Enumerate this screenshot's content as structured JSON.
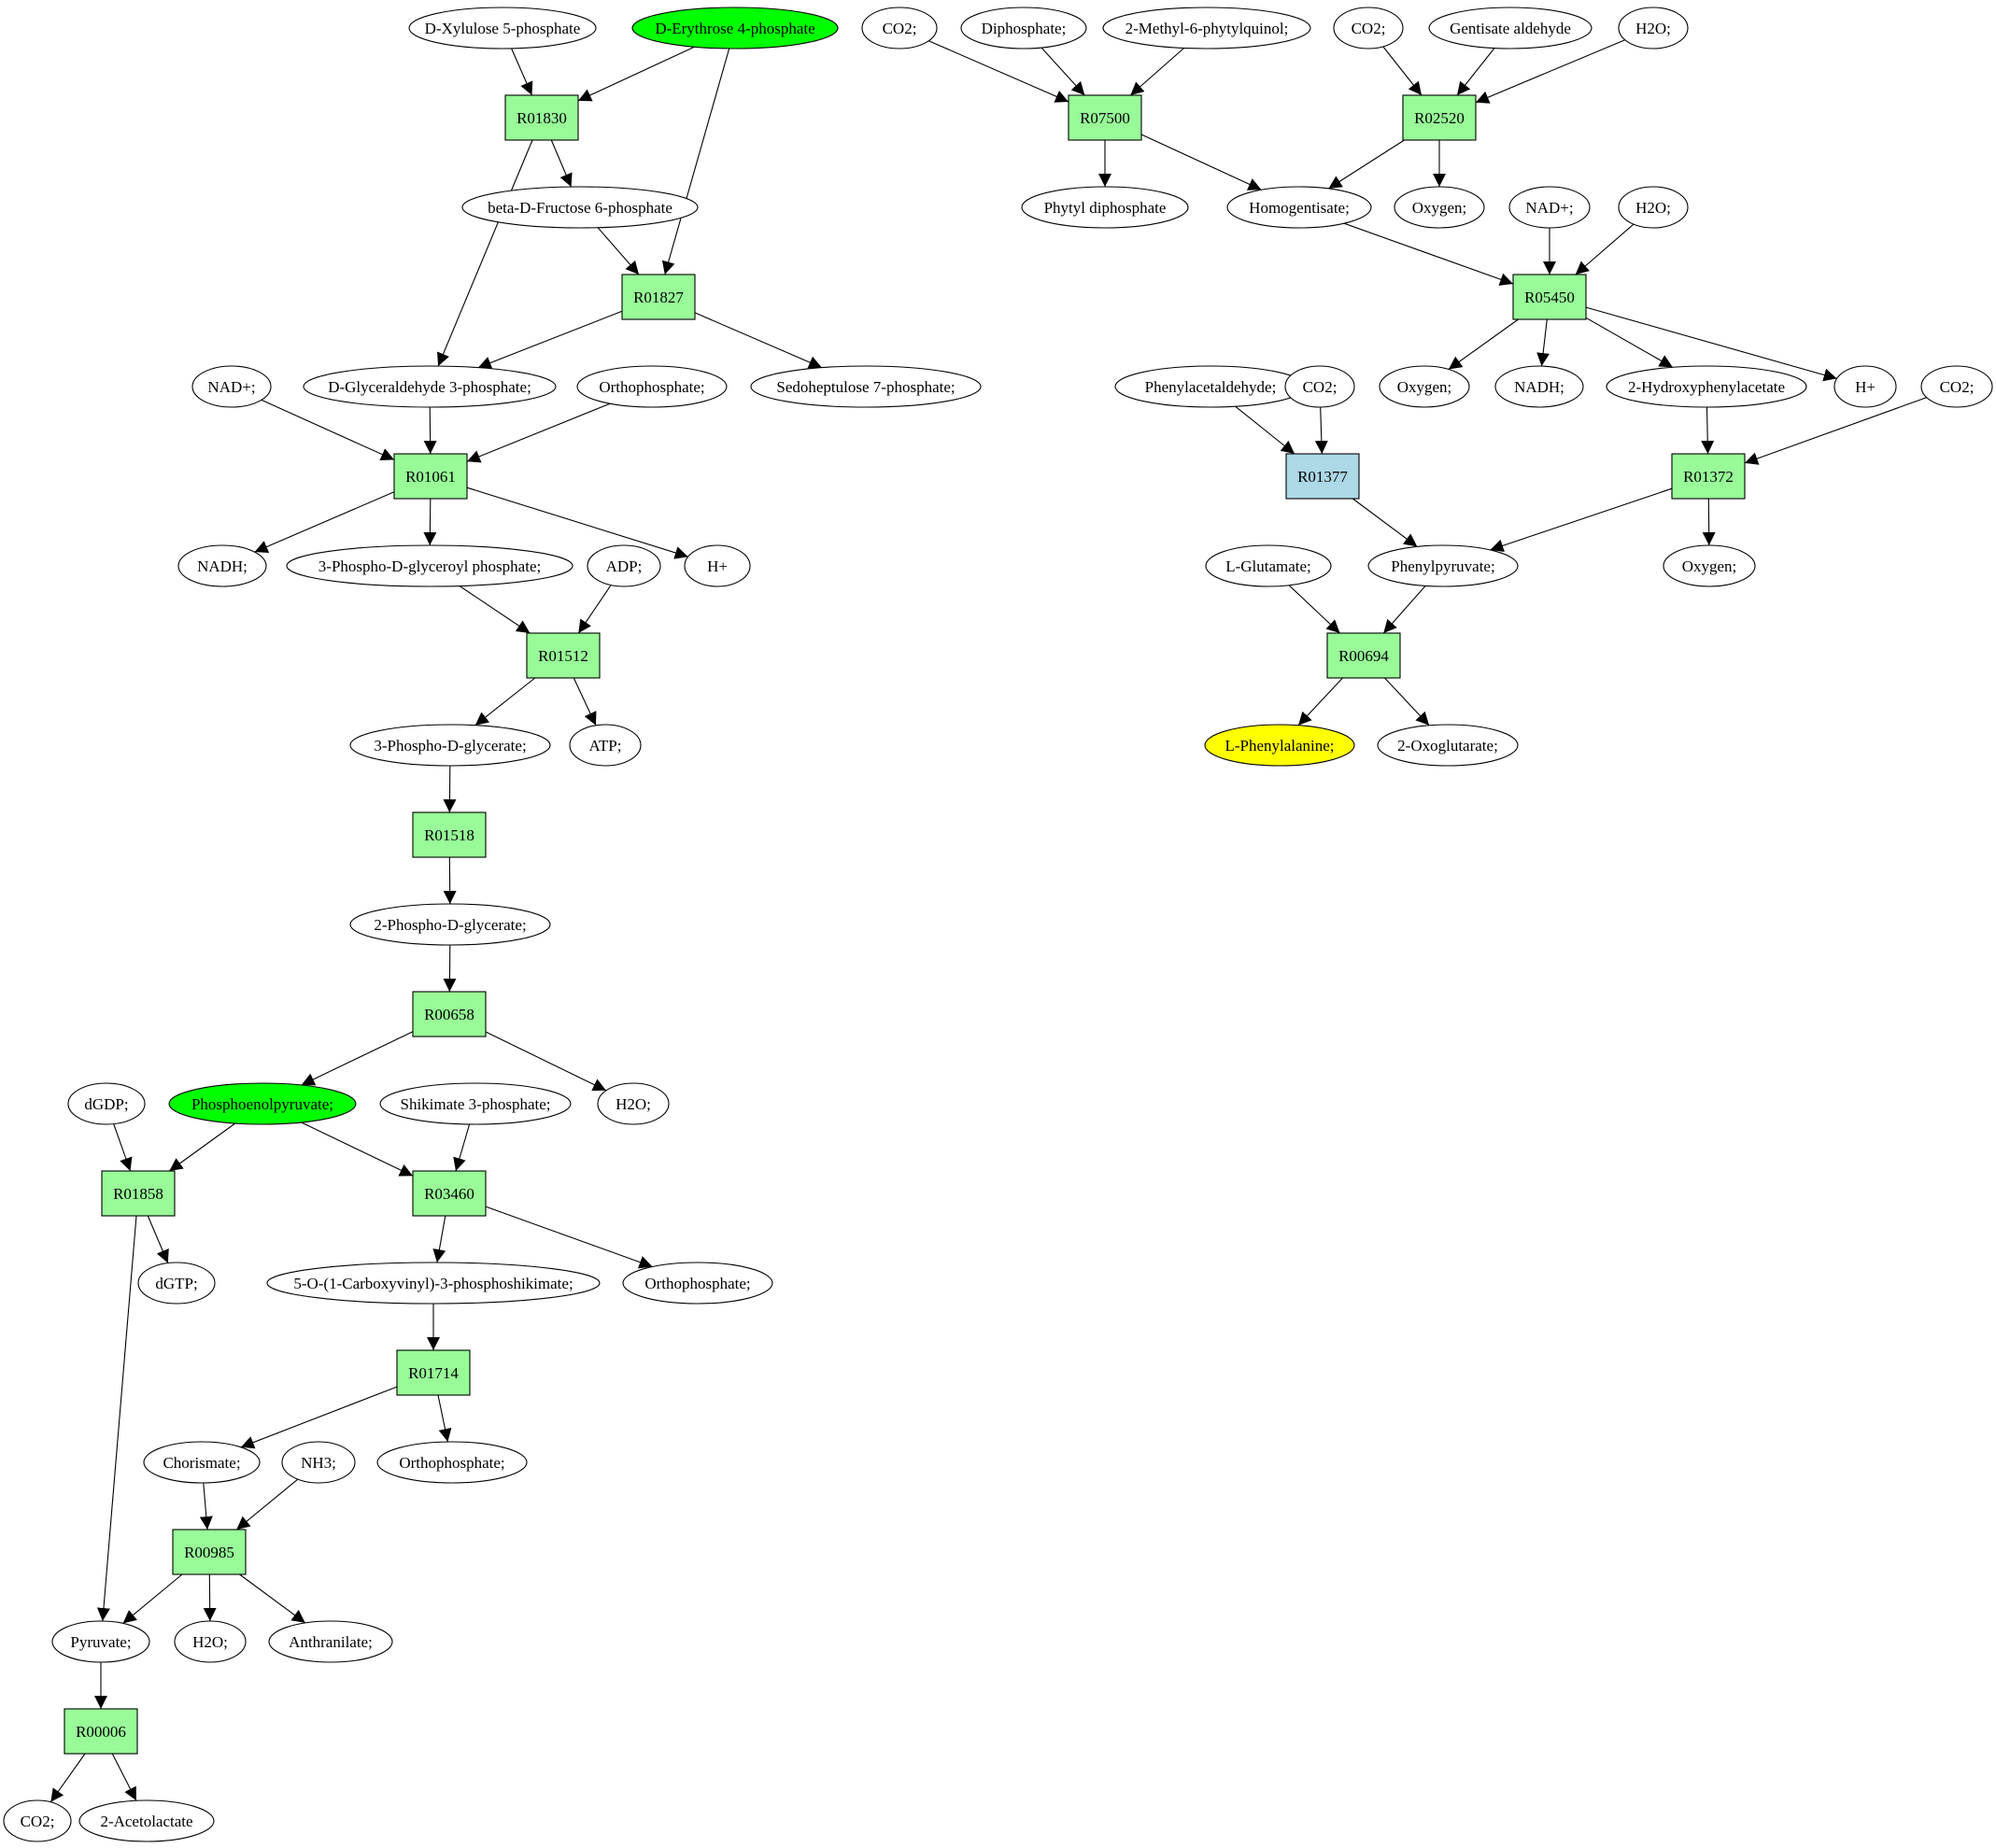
{
  "colors": {
    "reaction": "#98fb98",
    "reaction_special": "#add8e6",
    "metabolite": "#ffffff",
    "source": "#00ff00",
    "target": "#ffff00",
    "stroke": "#000000"
  },
  "nodes": {
    "xyl5p": {
      "label": "D-Xylulose 5-phosphate",
      "kind": "metabolite"
    },
    "e4p": {
      "label": "D-Erythrose 4-phosphate",
      "kind": "source"
    },
    "r01830": {
      "label": "R01830",
      "kind": "reaction"
    },
    "bf6p": {
      "label": "beta-D-Fructose 6-phosphate",
      "kind": "metabolite"
    },
    "r01827": {
      "label": "R01827",
      "kind": "reaction"
    },
    "nad_a": {
      "label": "NAD+;",
      "kind": "metabolite"
    },
    "g3p": {
      "label": "D-Glyceraldehyde 3-phosphate;",
      "kind": "metabolite"
    },
    "pi_a": {
      "label": "Orthophosphate;",
      "kind": "metabolite"
    },
    "s7p": {
      "label": "Sedoheptulose 7-phosphate;",
      "kind": "metabolite"
    },
    "r01061": {
      "label": "R01061",
      "kind": "reaction"
    },
    "nadh_a": {
      "label": "NADH;",
      "kind": "metabolite"
    },
    "bpg": {
      "label": "3-Phospho-D-glyceroyl phosphate;",
      "kind": "metabolite"
    },
    "adp": {
      "label": "ADP;",
      "kind": "metabolite"
    },
    "h_a": {
      "label": "H+",
      "kind": "metabolite"
    },
    "r01512": {
      "label": "R01512",
      "kind": "reaction"
    },
    "pg3": {
      "label": "3-Phospho-D-glycerate;",
      "kind": "metabolite"
    },
    "atp": {
      "label": "ATP;",
      "kind": "metabolite"
    },
    "r01518": {
      "label": "R01518",
      "kind": "reaction"
    },
    "pg2": {
      "label": "2-Phospho-D-glycerate;",
      "kind": "metabolite"
    },
    "r00658": {
      "label": "R00658",
      "kind": "reaction"
    },
    "dgdp": {
      "label": "dGDP;",
      "kind": "metabolite"
    },
    "pep": {
      "label": "Phosphoenolpyruvate;",
      "kind": "source"
    },
    "s3p": {
      "label": "Shikimate 3-phosphate;",
      "kind": "metabolite"
    },
    "h2o_a": {
      "label": "H2O;",
      "kind": "metabolite"
    },
    "r01858": {
      "label": "R01858",
      "kind": "reaction"
    },
    "r03460": {
      "label": "R03460",
      "kind": "reaction"
    },
    "dgtp": {
      "label": "dGTP;",
      "kind": "metabolite"
    },
    "epsp": {
      "label": "5-O-(1-Carboxyvinyl)-3-phosphoshikimate;",
      "kind": "metabolite"
    },
    "pi_b": {
      "label": "Orthophosphate;",
      "kind": "metabolite"
    },
    "r01714": {
      "label": "R01714",
      "kind": "reaction"
    },
    "chor": {
      "label": "Chorismate;",
      "kind": "metabolite"
    },
    "nh3": {
      "label": "NH3;",
      "kind": "metabolite"
    },
    "pi_c": {
      "label": "Orthophosphate;",
      "kind": "metabolite"
    },
    "r00985": {
      "label": "R00985",
      "kind": "reaction"
    },
    "pyr": {
      "label": "Pyruvate;",
      "kind": "metabolite"
    },
    "h2o_b": {
      "label": "H2O;",
      "kind": "metabolite"
    },
    "anth": {
      "label": "Anthranilate;",
      "kind": "metabolite"
    },
    "r00006": {
      "label": "R00006",
      "kind": "reaction"
    },
    "co2_a": {
      "label": "CO2;",
      "kind": "metabolite"
    },
    "acl": {
      "label": "2-Acetolactate",
      "kind": "metabolite"
    },
    "co2_b": {
      "label": "CO2;",
      "kind": "metabolite"
    },
    "ppi": {
      "label": "Diphosphate;",
      "kind": "metabolite"
    },
    "mpq": {
      "label": "2-Methyl-6-phytylquinol;",
      "kind": "metabolite"
    },
    "co2_c": {
      "label": "CO2;",
      "kind": "metabolite"
    },
    "gald": {
      "label": "Gentisate aldehyde",
      "kind": "metabolite"
    },
    "h2o_c": {
      "label": "H2O;",
      "kind": "metabolite"
    },
    "r07500": {
      "label": "R07500",
      "kind": "reaction"
    },
    "r02520": {
      "label": "R02520",
      "kind": "reaction"
    },
    "phdp": {
      "label": "Phytyl diphosphate",
      "kind": "metabolite"
    },
    "hga": {
      "label": "Homogentisate;",
      "kind": "metabolite"
    },
    "oxy_a": {
      "label": "Oxygen;",
      "kind": "metabolite"
    },
    "nad_b": {
      "label": "NAD+;",
      "kind": "metabolite"
    },
    "h2o_d": {
      "label": "H2O;",
      "kind": "metabolite"
    },
    "r05450": {
      "label": "R05450",
      "kind": "reaction"
    },
    "phald": {
      "label": "Phenylacetaldehyde;",
      "kind": "metabolite"
    },
    "co2_d": {
      "label": "CO2;",
      "kind": "metabolite"
    },
    "oxy_b": {
      "label": "Oxygen;",
      "kind": "metabolite"
    },
    "nadh_b": {
      "label": "NADH;",
      "kind": "metabolite"
    },
    "hpa": {
      "label": "2-Hydroxyphenylacetate",
      "kind": "metabolite"
    },
    "h_b": {
      "label": "H+",
      "kind": "metabolite"
    },
    "co2_e": {
      "label": "CO2;",
      "kind": "metabolite"
    },
    "r01377": {
      "label": "R01377",
      "kind": "reaction_special"
    },
    "r01372": {
      "label": "R01372",
      "kind": "reaction"
    },
    "glu": {
      "label": "L-Glutamate;",
      "kind": "metabolite"
    },
    "phpyr": {
      "label": "Phenylpyruvate;",
      "kind": "metabolite"
    },
    "oxy_c": {
      "label": "Oxygen;",
      "kind": "metabolite"
    },
    "r00694": {
      "label": "R00694",
      "kind": "reaction"
    },
    "phe": {
      "label": "L-Phenylalanine;",
      "kind": "target"
    },
    "akg": {
      "label": "2-Oxoglutarate;",
      "kind": "metabolite"
    }
  },
  "edges": [
    [
      "xyl5p",
      "r01830"
    ],
    [
      "e4p",
      "r01830"
    ],
    [
      "e4p",
      "r01827"
    ],
    [
      "r01830",
      "bf6p"
    ],
    [
      "r01830",
      "g3p"
    ],
    [
      "bf6p",
      "r01827"
    ],
    [
      "r01827",
      "g3p"
    ],
    [
      "r01827",
      "s7p"
    ],
    [
      "nad_a",
      "r01061"
    ],
    [
      "g3p",
      "r01061"
    ],
    [
      "pi_a",
      "r01061"
    ],
    [
      "r01061",
      "nadh_a"
    ],
    [
      "r01061",
      "bpg"
    ],
    [
      "r01061",
      "h_a"
    ],
    [
      "bpg",
      "r01512"
    ],
    [
      "adp",
      "r01512"
    ],
    [
      "r01512",
      "pg3"
    ],
    [
      "r01512",
      "atp"
    ],
    [
      "pg3",
      "r01518"
    ],
    [
      "r01518",
      "pg2"
    ],
    [
      "pg2",
      "r00658"
    ],
    [
      "r00658",
      "pep"
    ],
    [
      "r00658",
      "h2o_a"
    ],
    [
      "dgdp",
      "r01858"
    ],
    [
      "pep",
      "r01858"
    ],
    [
      "pep",
      "r03460"
    ],
    [
      "s3p",
      "r03460"
    ],
    [
      "r01858",
      "dgtp"
    ],
    [
      "r01858",
      "pyr"
    ],
    [
      "r03460",
      "epsp"
    ],
    [
      "r03460",
      "pi_b"
    ],
    [
      "epsp",
      "r01714"
    ],
    [
      "r01714",
      "chor"
    ],
    [
      "r01714",
      "pi_c"
    ],
    [
      "chor",
      "r00985"
    ],
    [
      "nh3",
      "r00985"
    ],
    [
      "r00985",
      "pyr"
    ],
    [
      "r00985",
      "h2o_b"
    ],
    [
      "r00985",
      "anth"
    ],
    [
      "pyr",
      "r00006"
    ],
    [
      "r00006",
      "co2_a"
    ],
    [
      "r00006",
      "acl"
    ],
    [
      "co2_b",
      "r07500"
    ],
    [
      "ppi",
      "r07500"
    ],
    [
      "mpq",
      "r07500"
    ],
    [
      "r07500",
      "phdp"
    ],
    [
      "r07500",
      "hga"
    ],
    [
      "co2_c",
      "r02520"
    ],
    [
      "gald",
      "r02520"
    ],
    [
      "h2o_c",
      "r02520"
    ],
    [
      "r02520",
      "hga"
    ],
    [
      "r02520",
      "oxy_a"
    ],
    [
      "hga",
      "r05450"
    ],
    [
      "nad_b",
      "r05450"
    ],
    [
      "h2o_d",
      "r05450"
    ],
    [
      "r05450",
      "oxy_b"
    ],
    [
      "r05450",
      "nadh_b"
    ],
    [
      "r05450",
      "hpa"
    ],
    [
      "r05450",
      "h_b"
    ],
    [
      "phald",
      "r01377"
    ],
    [
      "co2_d",
      "r01377"
    ],
    [
      "r01377",
      "phpyr"
    ],
    [
      "hpa",
      "r01372"
    ],
    [
      "co2_e",
      "r01372"
    ],
    [
      "r01372",
      "phpyr"
    ],
    [
      "r01372",
      "oxy_c"
    ],
    [
      "glu",
      "r00694"
    ],
    [
      "phpyr",
      "r00694"
    ],
    [
      "r00694",
      "phe"
    ],
    [
      "r00694",
      "akg"
    ]
  ]
}
